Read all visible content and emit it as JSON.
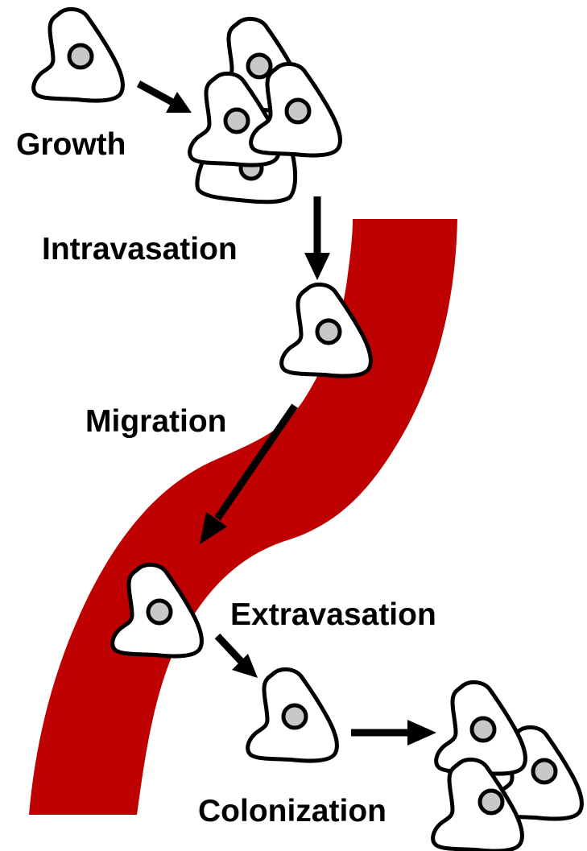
{
  "diagram": {
    "labels": {
      "growth": "Growth",
      "intravasation": "Intravasation",
      "migration": "Migration",
      "extravasation": "Extravasation",
      "colonization": "Colonization"
    }
  },
  "colors": {
    "vessel": "#bf0000",
    "cell_fill": "#ffffff",
    "nucleus_fill": "#c8c8c8",
    "outline": "#000000"
  }
}
